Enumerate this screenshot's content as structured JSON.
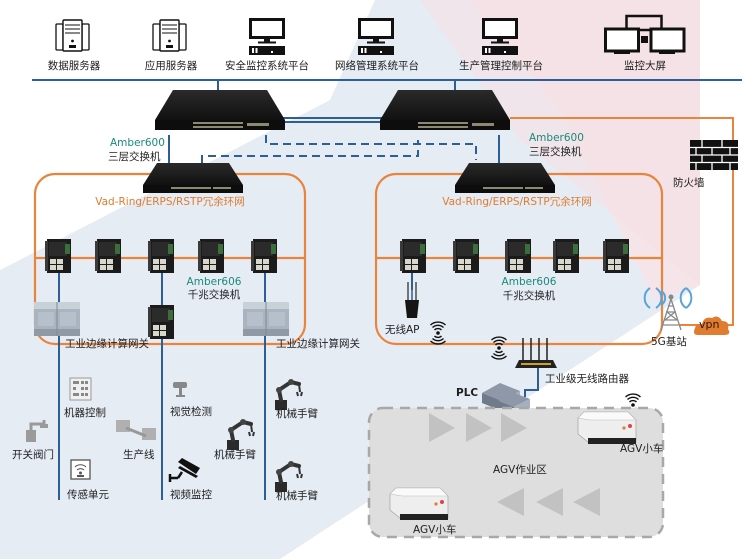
{
  "colors": {
    "backbone_blue": "#2e5e96",
    "ring_orange": "#e8843c",
    "model_teal": "#1a8a7a",
    "bg_blue": "#e6ecf4",
    "bg_pink": "#f7e3e5",
    "agv_zone_gray": "#dcdcdc"
  },
  "top_tier": {
    "items": [
      {
        "label": "数据服务器",
        "icon": "server-icon"
      },
      {
        "label": "应用服务器",
        "icon": "server-icon"
      },
      {
        "label": "安全监控系统平台",
        "icon": "workstation-icon"
      },
      {
        "label": "网络管理系统平台",
        "icon": "workstation-icon"
      },
      {
        "label": "生产管理控制平台",
        "icon": "workstation-icon"
      },
      {
        "label": "监控大屏",
        "icon": "video-wall-icon"
      }
    ]
  },
  "core": {
    "left": {
      "model": "Amber600",
      "type": "三层交换机"
    },
    "right": {
      "model": "Amber600",
      "type": "三层交换机"
    }
  },
  "rings": {
    "left": {
      "label": "Vad-Ring/ERPS/RSTP冗余环网",
      "switch_model": "Amber606",
      "switch_type": "千兆交换机"
    },
    "right": {
      "label": "Vad-Ring/ERPS/RSTP冗余环网",
      "switch_model": "Amber606",
      "switch_type": "千兆交换机"
    }
  },
  "firewall": {
    "label": "防火墙"
  },
  "base_station": {
    "label": "5G基站",
    "vpn": "vpn"
  },
  "left_field": {
    "gateway_left": "工业边缘计算网关",
    "gateway_right": "工业边缘计算网关",
    "devices": {
      "machine_control": "机器控制",
      "switch_valve": "开关阀门",
      "production_line": "生产线",
      "sensor_unit": "传感单元",
      "vision_inspection": "视觉检测",
      "robot_arm_mid": "机械手臂",
      "video_surveillance": "视频监控",
      "robot_arm_right_top": "机械手臂",
      "robot_arm_right_bottom": "机械手臂"
    }
  },
  "right_field": {
    "wireless_ap": "无线AP",
    "router": "工业级无线路由器",
    "plc": "PLC",
    "agv_zone": "AGV作业区",
    "agv_car_1": "AGV小车",
    "agv_car_2": "AGV小车"
  }
}
